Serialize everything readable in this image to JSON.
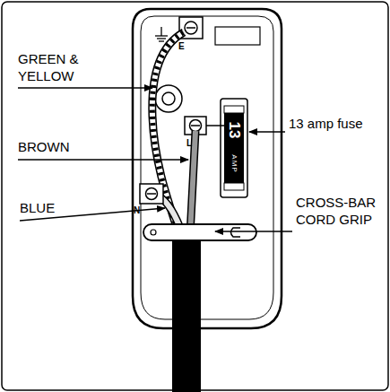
{
  "diagram": {
    "labels": [
      "GREEN & YELLOW",
      "BROWN",
      "BLUE",
      "13 amp fuse",
      "CROSS-BAR CORD GRIP",
      "E",
      "L",
      "N",
      "13",
      "AMP"
    ]
  }
}
